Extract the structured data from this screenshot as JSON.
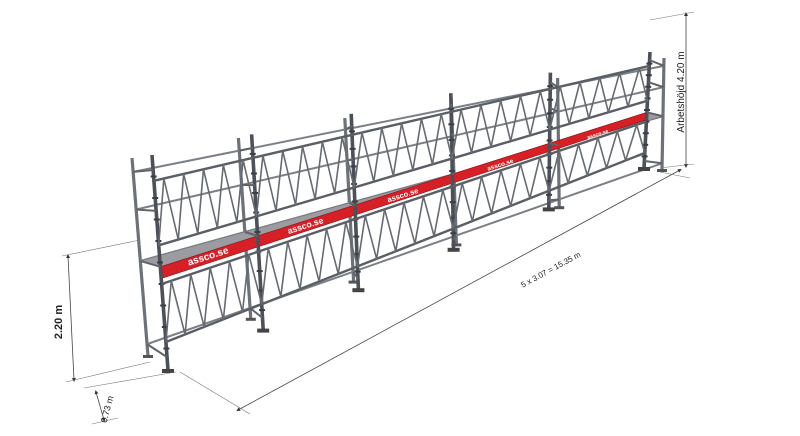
{
  "dimensions": {
    "height_label": "2.20 m",
    "depth_label": "0.73 m",
    "length_label": "5 x 3.07 = 15.35 m",
    "work_height_label": "Arbetshöjd 4.20 m"
  },
  "brand": {
    "toeboard_text": "assco.se",
    "toeboard_color": "#d71f26"
  },
  "scaffold": {
    "bays": 5,
    "levels": 2
  }
}
